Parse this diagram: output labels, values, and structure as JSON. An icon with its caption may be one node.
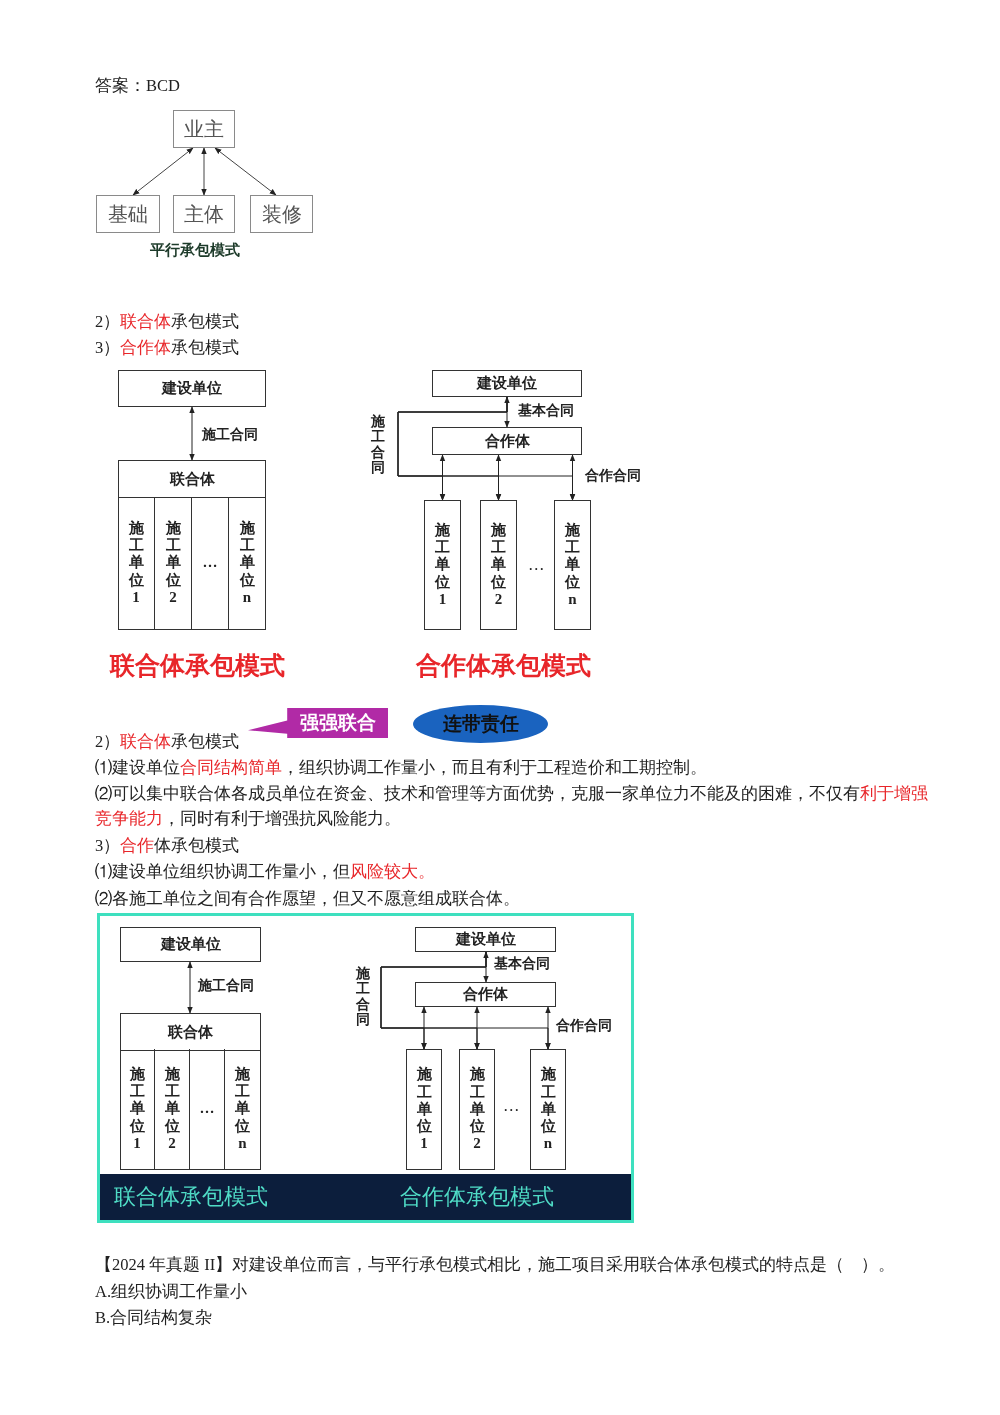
{
  "diagram": {
    "nodes": [
      {
        "text": [
          "业主"
        ]
      },
      {
        "text": [
          "基础"
        ]
      },
      {
        "text": [
          "主体"
        ]
      },
      {
        "text": [
          "装修"
        ]
      },
      {
        "text": [
          "建设单位"
        ]
      },
      {
        "text": [
          "联合体"
        ]
      },
      {
        "text": [
          "施工单位1"
        ],
        "in": 5
      },
      {
        "text": [
          "施工单位2"
        ],
        "in": 5
      },
      {
        "text": [
          "…"
        ],
        "in": 5
      },
      {
        "text": [
          "施工单位n"
        ],
        "in": 5
      },
      {
        "text": [
          "建设单位"
        ]
      },
      {
        "text": [
          "合作体"
        ]
      },
      {
        "text": [
          "施工单位1"
        ]
      },
      {
        "text": [
          "施工单位2"
        ]
      },
      {
        "text": [
          "施工单位n"
        ]
      },
      {
        "text": [
          "强强联合"
        ]
      },
      {
        "text": [
          "连带责任"
        ]
      },
      {
        "text": [
          "联合体承包模式",
          "合作体承包模式"
        ]
      },
      {
        "text": [
          "建设单位"
        ],
        "in": 17
      },
      {
        "text": [
          "联合体"
        ],
        "in": 17
      },
      {
        "text": [
          "施工单位1"
        ],
        "in": 19
      },
      {
        "text": [
          "施工单位2"
        ],
        "in": 19
      },
      {
        "text": [
          "…"
        ],
        "in": 19
      },
      {
        "text": [
          "施工单位n"
        ],
        "in": 19
      },
      {
        "text": [
          "建设单位"
        ],
        "in": 17
      },
      {
        "text": [
          "合作体"
        ],
        "in": 17
      },
      {
        "text": [
          "施工单位1"
        ],
        "in": 17
      },
      {
        "text": [
          "施工单位2"
        ],
        "in": 17
      },
      {
        "text": [
          "施工单位n"
        ],
        "in": 17
      }
    ],
    "edges": [
      {
        "from": 0,
        "to": 1,
        "arrow": "both"
      },
      {
        "from": 0,
        "to": 2,
        "arrow": "both"
      },
      {
        "from": 0,
        "to": 3,
        "arrow": "both"
      },
      {
        "from": 4,
        "to": 5,
        "arrow": "both",
        "label": "施工合同"
      },
      {
        "from": 10,
        "to": 11,
        "arrow": "both",
        "label": "基本合同"
      },
      {
        "from": 10,
        "to": 12,
        "arrow": "to",
        "label": "施工合同"
      },
      {
        "from": 10,
        "to": 13,
        "arrow": "to"
      },
      {
        "from": 10,
        "to": 14,
        "arrow": "to"
      },
      {
        "from": 11,
        "to": 12,
        "arrow": "both"
      },
      {
        "from": 11,
        "to": 13,
        "arrow": "both"
      },
      {
        "from": 11,
        "to": 14,
        "arrow": "both",
        "label": "合作合同"
      },
      {
        "from": 18,
        "to": 19,
        "arrow": "both",
        "label": "施工合同"
      },
      {
        "from": 24,
        "to": 25,
        "arrow": "both",
        "label": "基本合同"
      },
      {
        "from": 24,
        "to": 26,
        "arrow": "to",
        "label": "施工合同"
      },
      {
        "from": 24,
        "to": 27,
        "arrow": "to"
      },
      {
        "from": 24,
        "to": 28,
        "arrow": "to"
      },
      {
        "from": 25,
        "to": 26,
        "arrow": "both"
      },
      {
        "from": 25,
        "to": 27,
        "arrow": "both"
      },
      {
        "from": 25,
        "to": 28,
        "arrow": "both",
        "label": "合作合同"
      }
    ],
    "labels": [
      "答案：BCD",
      "平行承包模式",
      "2）**联合体**承包模式",
      "3）**合作体**承包模式",
      "…",
      "联合体承包模式",
      "合作体承包模式",
      "2）**联合体**承包模式",
      "⑴建设单位**合同结构简单**，组织协调工作量小，而且有利于工程造价和工期控制。",
      "⑵可以集中联合体各成员单位在资金、技术和管理等方面优势，克服一家单位力不能及的困难，不仅有**利于增强竞争能力**，同时有利于增强抗风险能力。",
      "3）**合作**体承包模式",
      "⑴建设单位组织协调工作量小，但**风险较大。**",
      "⑵各施工单位之间有合作愿望，但又不愿意组成联合体。",
      "…",
      "【2024 年真题 II】对建设单位而言，与平行承包模式相比，施工项目采用联合体承包模式的特点是（　）。",
      "A.组织协调工作量小",
      "B.合同结构复杂"
    ]
  }
}
